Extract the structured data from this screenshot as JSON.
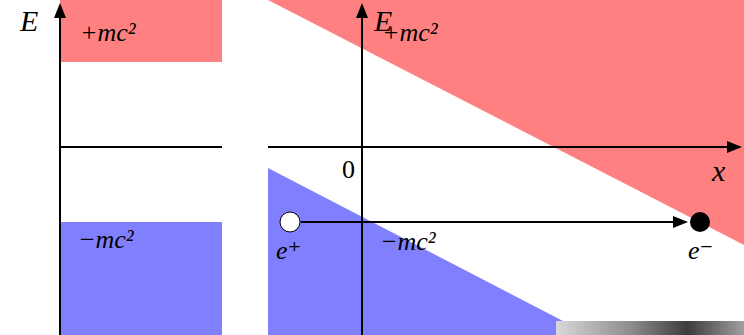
{
  "diagram": {
    "labels": [
      "E",
      "+mc²",
      "−mc²",
      "E",
      "+mc²",
      "0",
      "x",
      "−mc²",
      "e⁺",
      "e⁻"
    ]
  }
}
